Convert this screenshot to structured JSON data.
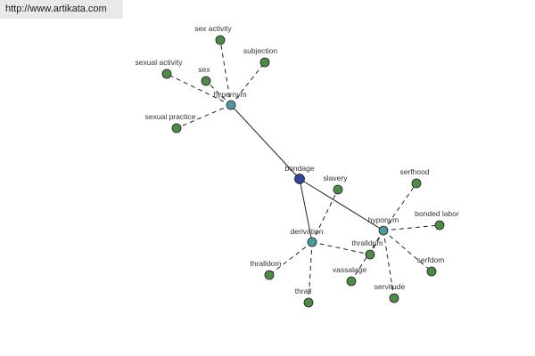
{
  "header": {
    "url": "http://www.artikata.com"
  },
  "colors": {
    "root": "#34469a",
    "relation": "#4c9a9e",
    "term": "#4f8a4a",
    "edge": "#222222"
  },
  "graph": {
    "nodes": [
      {
        "id": "bondage",
        "label": "bondage",
        "kind": "root"
      },
      {
        "id": "hypernym",
        "label": "hypernym",
        "kind": "relation"
      },
      {
        "id": "derivation",
        "label": "derivation",
        "kind": "relation"
      },
      {
        "id": "hyponym",
        "label": "hyponym",
        "kind": "relation"
      },
      {
        "id": "sex_activity",
        "label": "sex activity",
        "kind": "term"
      },
      {
        "id": "subjection",
        "label": "subjection",
        "kind": "term"
      },
      {
        "id": "sexual_activity",
        "label": "sexual activity",
        "kind": "term"
      },
      {
        "id": "sex",
        "label": "sex",
        "kind": "term"
      },
      {
        "id": "sexual_practice",
        "label": "sexual practice",
        "kind": "term"
      },
      {
        "id": "slavery",
        "label": "slavery",
        "kind": "term"
      },
      {
        "id": "thralldom_a",
        "label": "thralldom",
        "kind": "term"
      },
      {
        "id": "thrall",
        "label": "thrall",
        "kind": "term"
      },
      {
        "id": "thralldom_b",
        "label": "thralldom",
        "kind": "term"
      },
      {
        "id": "serfhood",
        "label": "serfhood",
        "kind": "term"
      },
      {
        "id": "bonded_labor",
        "label": "bonded labor",
        "kind": "term"
      },
      {
        "id": "serfdom",
        "label": "serfdom",
        "kind": "term"
      },
      {
        "id": "servitude",
        "label": "servitude",
        "kind": "term"
      },
      {
        "id": "vassalage",
        "label": "vassalage",
        "kind": "term"
      }
    ],
    "edges": [
      {
        "from": "bondage",
        "to": "hypernym",
        "style": "solid"
      },
      {
        "from": "bondage",
        "to": "derivation",
        "style": "solid"
      },
      {
        "from": "bondage",
        "to": "hyponym",
        "style": "solid"
      },
      {
        "from": "hypernym",
        "to": "sex_activity",
        "style": "dashed"
      },
      {
        "from": "hypernym",
        "to": "subjection",
        "style": "dashed"
      },
      {
        "from": "hypernym",
        "to": "sexual_activity",
        "style": "dashed"
      },
      {
        "from": "hypernym",
        "to": "sex",
        "style": "dashed"
      },
      {
        "from": "hypernym",
        "to": "sexual_practice",
        "style": "dashed"
      },
      {
        "from": "derivation",
        "to": "slavery",
        "style": "dashed"
      },
      {
        "from": "derivation",
        "to": "thralldom_a",
        "style": "dashed"
      },
      {
        "from": "derivation",
        "to": "thrall",
        "style": "dashed"
      },
      {
        "from": "derivation",
        "to": "thralldom_b",
        "style": "dashed"
      },
      {
        "from": "hyponym",
        "to": "serfhood",
        "style": "dashed"
      },
      {
        "from": "hyponym",
        "to": "bonded_labor",
        "style": "dashed"
      },
      {
        "from": "hyponym",
        "to": "serfdom",
        "style": "dashed"
      },
      {
        "from": "hyponym",
        "to": "servitude",
        "style": "dashed"
      },
      {
        "from": "hyponym",
        "to": "vassalage",
        "style": "dashed"
      },
      {
        "from": "hyponym",
        "to": "thralldom_b",
        "style": "dashed"
      }
    ]
  }
}
